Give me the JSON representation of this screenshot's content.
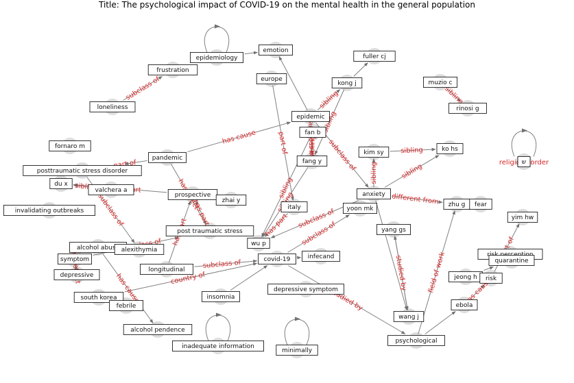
{
  "title": "Title: The psychological impact of COVID-19 on the mental health in the general population",
  "nodes": [
    {
      "id": "emotion",
      "label": "emotion"
    },
    {
      "id": "epidemiology",
      "label": "epidemiology"
    },
    {
      "id": "frustration",
      "label": "frustration"
    },
    {
      "id": "loneliness",
      "label": "loneliness"
    },
    {
      "id": "europe",
      "label": "europe"
    },
    {
      "id": "fuller_cj",
      "label": "fuller cj"
    },
    {
      "id": "kong_j",
      "label": "kong j"
    },
    {
      "id": "muzio_c",
      "label": "muzio c"
    },
    {
      "id": "rinosi_g",
      "label": "rinosi g"
    },
    {
      "id": "epidemic",
      "label": "epidemic"
    },
    {
      "id": "fan_b",
      "label": "fan b"
    },
    {
      "id": "fornaro_m",
      "label": "fornaro m"
    },
    {
      "id": "pandemic",
      "label": "pandemic"
    },
    {
      "id": "kim_sy",
      "label": "kim sy"
    },
    {
      "id": "ko_hs",
      "label": "ko hs"
    },
    {
      "id": "fang_y",
      "label": "fang y"
    },
    {
      "id": "religious",
      "label": "ש"
    },
    {
      "id": "ptsd",
      "label": "posttraumatic stress disorder"
    },
    {
      "id": "du_x",
      "label": "du x"
    },
    {
      "id": "valchera_a",
      "label": "valchera a"
    },
    {
      "id": "prospective",
      "label": "prospective"
    },
    {
      "id": "zhai_y",
      "label": "zhai y"
    },
    {
      "id": "anxiety",
      "label": "anxiety"
    },
    {
      "id": "invalidating",
      "label": "invalidating outbreaks"
    },
    {
      "id": "italy",
      "label": "italy"
    },
    {
      "id": "yoon_mk",
      "label": "yoon mk"
    },
    {
      "id": "zhu_g",
      "label": "zhu g"
    },
    {
      "id": "fear",
      "label": "fear"
    },
    {
      "id": "yim_hw",
      "label": "yim hw"
    },
    {
      "id": "pts",
      "label": "post traumatic stress"
    },
    {
      "id": "yang_gs",
      "label": "yang gs"
    },
    {
      "id": "wu_p",
      "label": "wu p"
    },
    {
      "id": "alcohol_abuse",
      "label": "alcohol abuse"
    },
    {
      "id": "alexithymia",
      "label": "alexithymia"
    },
    {
      "id": "infecand",
      "label": "infecand"
    },
    {
      "id": "risk_perception",
      "label": "risk perception"
    },
    {
      "id": "quarantine",
      "label": "quarantine"
    },
    {
      "id": "symptom",
      "label": "symptom"
    },
    {
      "id": "covid19",
      "label": "covid-19"
    },
    {
      "id": "longitudinal",
      "label": "longitudinal"
    },
    {
      "id": "depressive",
      "label": "depressive"
    },
    {
      "id": "jeong_h",
      "label": "jeong h"
    },
    {
      "id": "risk",
      "label": "risk"
    },
    {
      "id": "depressive_symptom",
      "label": "depressive symptom"
    },
    {
      "id": "south_korea",
      "label": "south korea"
    },
    {
      "id": "insomnia",
      "label": "insomnia"
    },
    {
      "id": "febrile",
      "label": "febrile"
    },
    {
      "id": "ebola",
      "label": "ebola"
    },
    {
      "id": "wang_j",
      "label": "wang j"
    },
    {
      "id": "alcohol_pendence",
      "label": "alcohol pendence"
    },
    {
      "id": "psychological",
      "label": "psychological"
    },
    {
      "id": "inadequate_information",
      "label": "inadequate information"
    },
    {
      "id": "minimally",
      "label": "minimally"
    }
  ],
  "edges": [
    {
      "from": "epidemiology",
      "to": "epidemiology",
      "label": ""
    },
    {
      "from": "epidemiology",
      "to": "emotion",
      "label": ""
    },
    {
      "from": "loneliness",
      "to": "frustration",
      "label": "subclass of"
    },
    {
      "from": "epidemic",
      "to": "emotion",
      "label": ""
    },
    {
      "from": "pandemic",
      "to": "epidemic",
      "label": "has cause"
    },
    {
      "from": "epidemic",
      "to": "kong_j",
      "label": "sibling"
    },
    {
      "from": "kong_j",
      "to": "fuller_cj",
      "label": ""
    },
    {
      "from": "kong_j",
      "to": "fang_y",
      "label": "sibling"
    },
    {
      "from": "epidemic",
      "to": "fang_y",
      "label": "subclass of"
    },
    {
      "from": "epidemic",
      "to": "anxiety",
      "label": "subclass of"
    },
    {
      "from": "muzio_c",
      "to": "rinosi_g",
      "label": "sibling"
    },
    {
      "from": "fan_b",
      "to": "fang_y",
      "label": "sibling"
    },
    {
      "from": "kim_sy",
      "to": "ko_hs",
      "label": "sibling"
    },
    {
      "from": "anxiety",
      "to": "ko_hs",
      "label": "sibling"
    },
    {
      "from": "anxiety",
      "to": "kim_sy",
      "label": "sibling"
    },
    {
      "from": "anxiety",
      "to": "zhu_g",
      "label": "different from"
    },
    {
      "from": "religious",
      "to": "religious",
      "label": "religious order"
    },
    {
      "from": "pandemic",
      "to": "pts",
      "label": "has effect"
    },
    {
      "from": "pandemic",
      "to": "ptsd",
      "label": "part of"
    },
    {
      "from": "valchera_a",
      "to": "du_x",
      "label": "sibling"
    },
    {
      "from": "prospective",
      "to": "du_x",
      "label": "has part"
    },
    {
      "from": "ptsd",
      "to": "alexithymia",
      "label": "subclass of"
    },
    {
      "from": "pts",
      "to": "prospective",
      "label": "has part"
    },
    {
      "from": "longitudinal",
      "to": "prospective",
      "label": "has part"
    },
    {
      "from": "europe",
      "to": "italy",
      "label": "part of"
    },
    {
      "from": "italy",
      "to": "wu_p",
      "label": "has part"
    },
    {
      "from": "fang_y",
      "to": "wu_p",
      "label": "sibling"
    },
    {
      "from": "fan_b",
      "to": "wu_p",
      "label": "sibling"
    },
    {
      "from": "anxiety",
      "to": "wu_p",
      "label": "subclass of"
    },
    {
      "from": "covid19",
      "to": "yoon_mk",
      "label": "subclass of"
    },
    {
      "from": "symptom",
      "to": "pts",
      "label": "subclass of"
    },
    {
      "from": "covid19",
      "to": "infecand",
      "label": ""
    },
    {
      "from": "alcohol_abuse",
      "to": "alcohol_pendence",
      "label": "has cause"
    },
    {
      "from": "depressive",
      "to": "symptom",
      "label": "has effect"
    },
    {
      "from": "south_korea",
      "to": "covid19",
      "label": "country of"
    },
    {
      "from": "longitudinal",
      "to": "covid19",
      "label": "subclass of"
    },
    {
      "from": "insomnia",
      "to": "covid19",
      "label": ""
    },
    {
      "from": "covid19",
      "to": "psychological",
      "label": "studied by"
    },
    {
      "from": "yang_gs",
      "to": "wang_j",
      "label": "studied by"
    },
    {
      "from": "wang_j",
      "to": "yang_gs",
      "label": ""
    },
    {
      "from": "anxiety",
      "to": "wang_j",
      "label": ""
    },
    {
      "from": "psychological",
      "to": "zhu_g",
      "label": "field of work"
    },
    {
      "from": "psychological",
      "to": "ebola",
      "label": ""
    },
    {
      "from": "risk",
      "to": "yim_hw",
      "label": "part of"
    },
    {
      "from": "jeong_h",
      "to": "quarantine",
      "label": ""
    },
    {
      "from": "ebola",
      "to": "risk",
      "label": "has cause"
    },
    {
      "from": "inadequate_information",
      "to": "inadequate_information",
      "label": ""
    },
    {
      "from": "minimally",
      "to": "minimally",
      "label": ""
    }
  ]
}
